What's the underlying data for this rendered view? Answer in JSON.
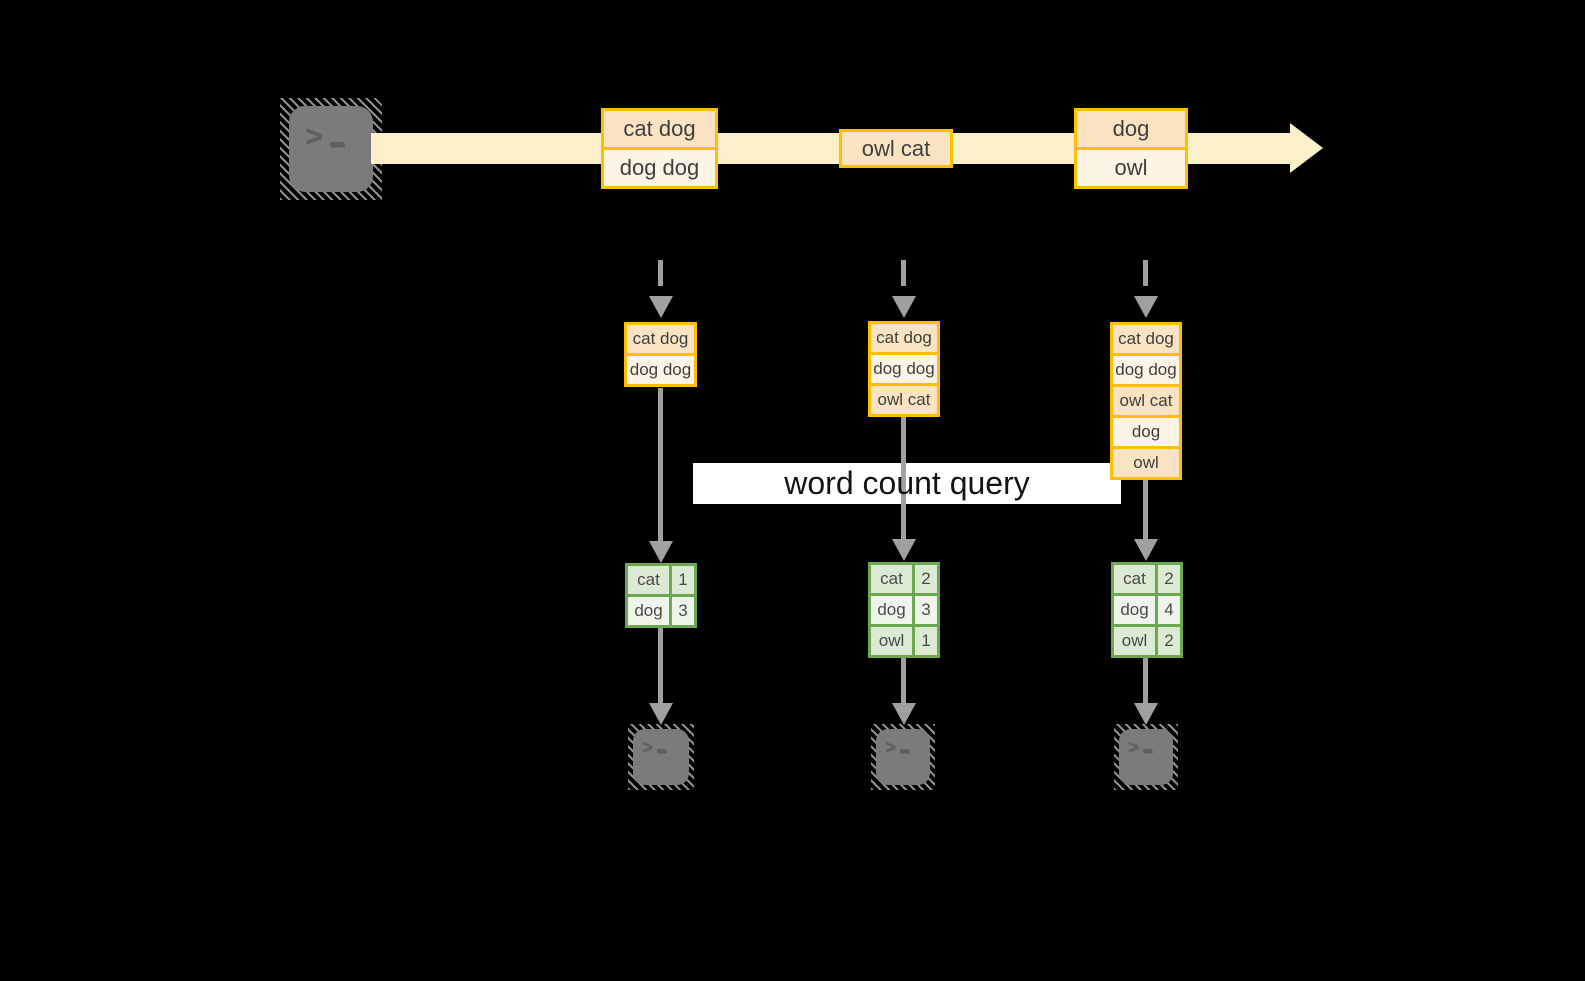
{
  "title": "word count query stream diagram",
  "query_label": "word count query",
  "colors": {
    "background": "#000000",
    "stream_band": "#FCF0CB",
    "box_border_gold": "#FFBE00",
    "box_fill_dark": "#FAE3C3",
    "box_fill_light": "#FDF4E5",
    "table_border_green": "#6BA84F",
    "table_fill_green": "#DCE9D3",
    "table_fill_pale": "#F0F5EC",
    "arrow_gray": "#A0A0A0",
    "terminal_gray": "#7B7B7B",
    "query_band": "#FFFFFF",
    "text": "#3F3F3F"
  },
  "stream": {
    "messages": [
      {
        "rows": [
          "cat dog",
          "dog dog"
        ]
      },
      {
        "rows": [
          "owl cat"
        ]
      },
      {
        "rows": [
          "dog",
          "owl"
        ]
      }
    ]
  },
  "columns": [
    {
      "buffer": [
        "cat dog",
        "dog dog"
      ],
      "counts": [
        {
          "word": "cat",
          "count": "1"
        },
        {
          "word": "dog",
          "count": "3"
        }
      ]
    },
    {
      "buffer": [
        "cat dog",
        "dog dog",
        "owl cat"
      ],
      "counts": [
        {
          "word": "cat",
          "count": "2"
        },
        {
          "word": "dog",
          "count": "3"
        },
        {
          "word": "owl",
          "count": "1"
        }
      ]
    },
    {
      "buffer": [
        "cat dog",
        "dog dog",
        "owl cat",
        "dog",
        "owl"
      ],
      "counts": [
        {
          "word": "cat",
          "count": "2"
        },
        {
          "word": "dog",
          "count": "4"
        },
        {
          "word": "owl",
          "count": "2"
        }
      ]
    }
  ]
}
